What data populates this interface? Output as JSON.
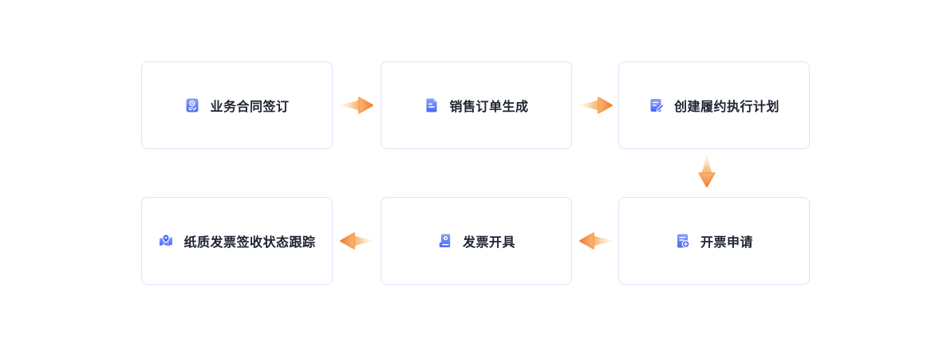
{
  "flow": {
    "title": "invoice-process-flow",
    "nodes": [
      {
        "id": "contract-signing",
        "label": "业务合同签订",
        "icon": "contract-seal-icon"
      },
      {
        "id": "sales-order",
        "label": "销售订单生成",
        "icon": "sales-order-document-icon"
      },
      {
        "id": "fulfillment-plan",
        "label": "创建履约执行计划",
        "icon": "plan-edit-pen-icon"
      },
      {
        "id": "invoice-request",
        "label": "开票申请",
        "icon": "invoice-add-icon"
      },
      {
        "id": "invoice-issue",
        "label": "发票开具",
        "icon": "invoice-printer-icon"
      },
      {
        "id": "paper-invoice-tracking",
        "label": "纸质发票签收状态跟踪",
        "icon": "map-pin-icon"
      }
    ],
    "connections": [
      {
        "from": "contract-signing",
        "to": "sales-order",
        "direction": "right"
      },
      {
        "from": "sales-order",
        "to": "fulfillment-plan",
        "direction": "right"
      },
      {
        "from": "fulfillment-plan",
        "to": "invoice-request",
        "direction": "down"
      },
      {
        "from": "invoice-request",
        "to": "invoice-issue",
        "direction": "left"
      },
      {
        "from": "invoice-issue",
        "to": "paper-invoice-tracking",
        "direction": "left"
      }
    ]
  },
  "palette": {
    "page_bg": "#ffffff",
    "card_bg": "#ffffff",
    "card_border": "#dee4f9",
    "text_color": "#1d2330",
    "icon_blue_light": "#8aa0f9",
    "icon_blue_dark": "#4a68f6",
    "arrow_orange": "#ed7a2f",
    "arrow_orange_mid": "#f9ae62"
  }
}
